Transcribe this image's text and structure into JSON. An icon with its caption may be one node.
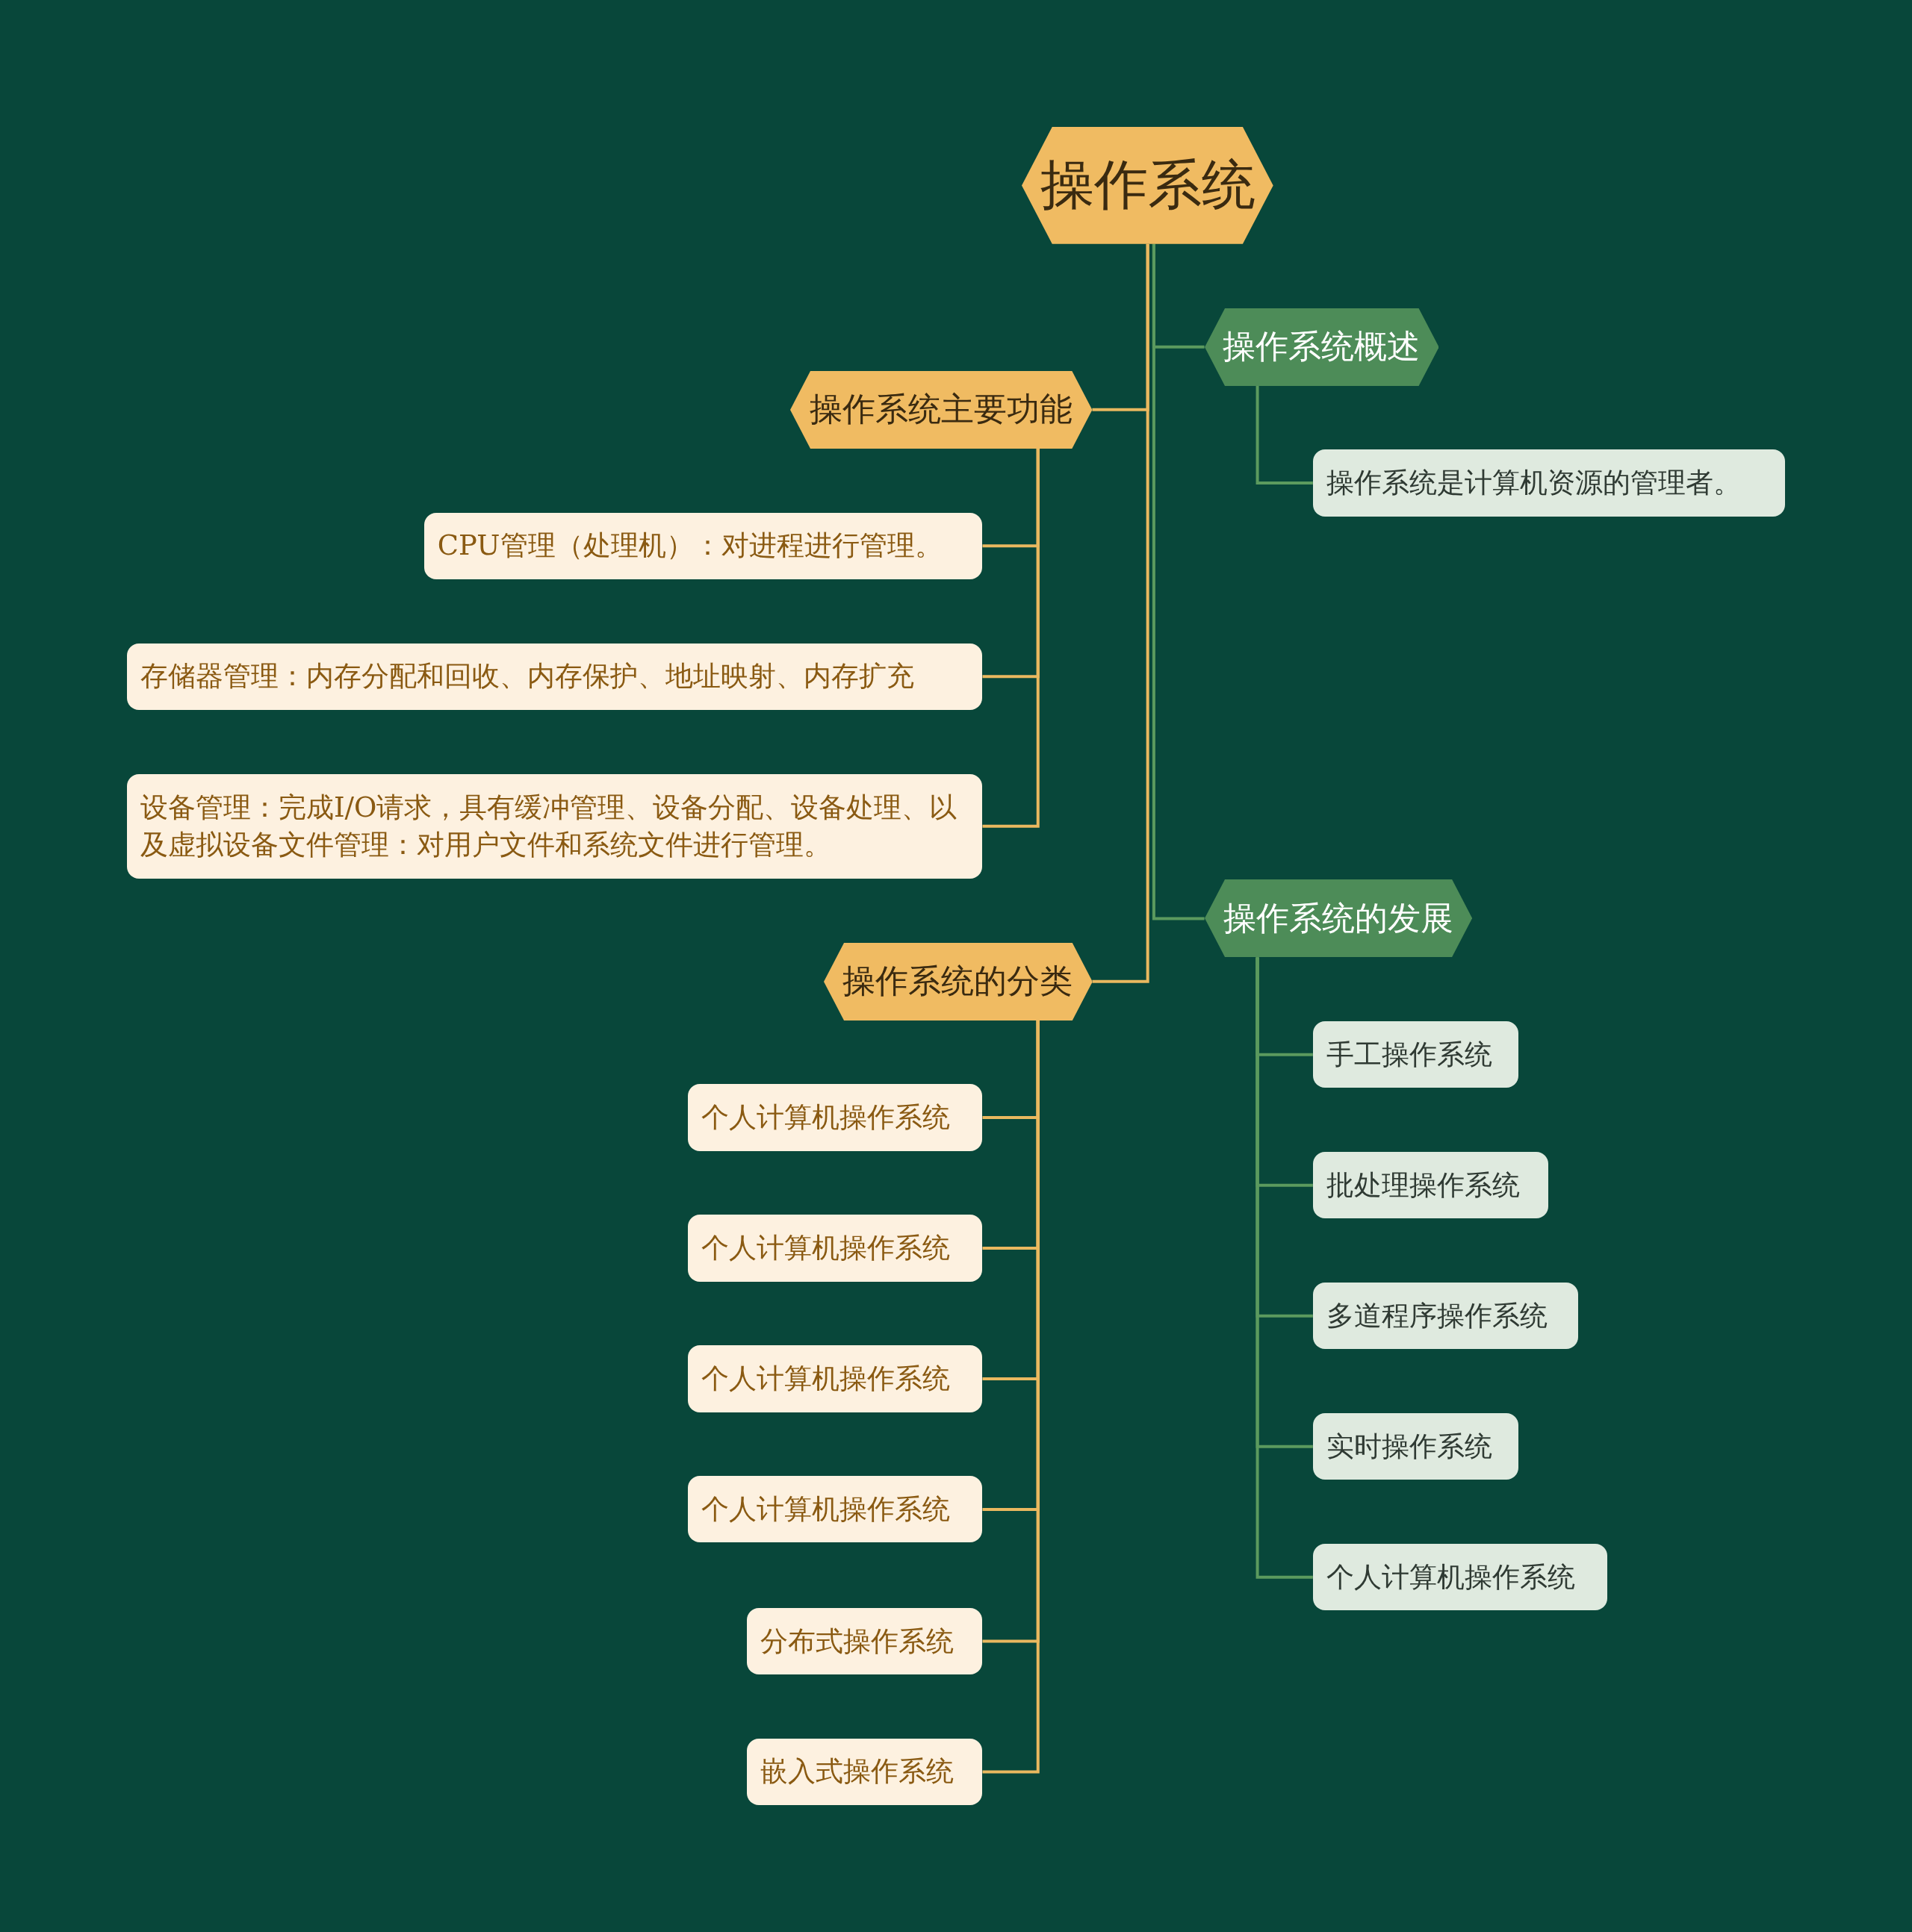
{
  "diagram": {
    "nodes": [
      {
        "text": [
          "操作系统"
        ]
      },
      {
        "text": [
          "操作系统概述"
        ]
      },
      {
        "text": [
          "操作系统是计算机资源的管理者。"
        ]
      },
      {
        "text": [
          "操作系统主要功能"
        ]
      },
      {
        "text": [
          "CPU管理（处理机）：对进程进行管理。"
        ]
      },
      {
        "text": [
          "存储器管理：内存分配和回收、内存保护、地址映射、内存扩充"
        ]
      },
      {
        "text": [
          "设备管理：完成I/O请求，具有缓冲管理、设备分配、设备处理、以及虚拟设备文件管理：对用户文件和系统文件进行管理。"
        ]
      },
      {
        "text": [
          "操作系统的发展"
        ]
      },
      {
        "text": [
          "手工操作系统"
        ]
      },
      {
        "text": [
          "批处理操作系统"
        ]
      },
      {
        "text": [
          "多道程序操作系统"
        ]
      },
      {
        "text": [
          "实时操作系统"
        ]
      },
      {
        "text": [
          "个人计算机操作系统"
        ]
      },
      {
        "text": [
          "操作系统的分类"
        ]
      },
      {
        "text": [
          "个人计算机操作系统"
        ]
      },
      {
        "text": [
          "个人计算机操作系统"
        ]
      },
      {
        "text": [
          "个人计算机操作系统"
        ]
      },
      {
        "text": [
          "个人计算机操作系统"
        ]
      },
      {
        "text": [
          "分布式操作系统"
        ]
      },
      {
        "text": [
          "嵌入式操作系统"
        ]
      }
    ],
    "edges": [
      {
        "from": 0,
        "to": 1,
        "arrow": "none",
        "color": "#5b9a5e"
      },
      {
        "from": 1,
        "to": 2,
        "arrow": "none",
        "color": "#5b9a5e"
      },
      {
        "from": 0,
        "to": 3,
        "arrow": "none"
      },
      {
        "from": 3,
        "to": 4,
        "arrow": "none"
      },
      {
        "from": 3,
        "to": 5,
        "arrow": "none"
      },
      {
        "from": 3,
        "to": 6,
        "arrow": "none"
      },
      {
        "from": 0,
        "to": 7,
        "arrow": "none",
        "color": "#5b9a5e"
      },
      {
        "from": 7,
        "to": 8,
        "arrow": "none",
        "color": "#5b9a5e"
      },
      {
        "from": 7,
        "to": 9,
        "arrow": "none",
        "color": "#5b9a5e"
      },
      {
        "from": 7,
        "to": 10,
        "arrow": "none",
        "color": "#5b9a5e"
      },
      {
        "from": 7,
        "to": 11,
        "arrow": "none",
        "color": "#5b9a5e"
      },
      {
        "from": 7,
        "to": 12,
        "arrow": "none",
        "color": "#5b9a5e"
      },
      {
        "from": 0,
        "to": 13,
        "arrow": "none"
      },
      {
        "from": 13,
        "to": 14,
        "arrow": "none"
      },
      {
        "from": 13,
        "to": 15,
        "arrow": "none"
      },
      {
        "from": 13,
        "to": 16,
        "arrow": "none"
      },
      {
        "from": 13,
        "to": 17,
        "arrow": "none"
      },
      {
        "from": 13,
        "to": 18,
        "arrow": "none"
      },
      {
        "from": 13,
        "to": 19,
        "arrow": "none"
      }
    ]
  }
}
